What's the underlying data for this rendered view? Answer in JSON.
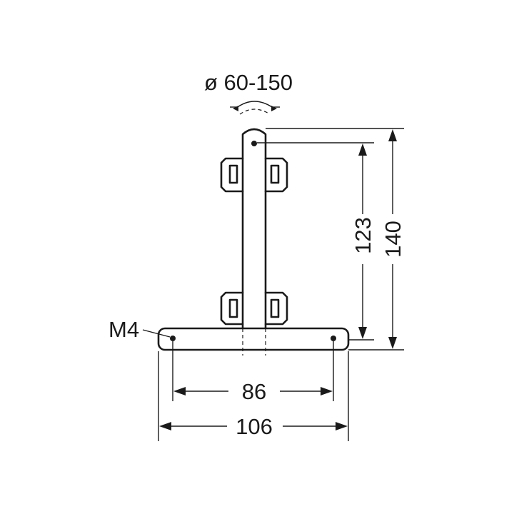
{
  "labels": {
    "pipe_diameter": "ø 60-150",
    "thread": "M4"
  },
  "dimensions": {
    "height_hole": "123",
    "height_total": "140",
    "width_holes": "86",
    "width_total": "106"
  }
}
